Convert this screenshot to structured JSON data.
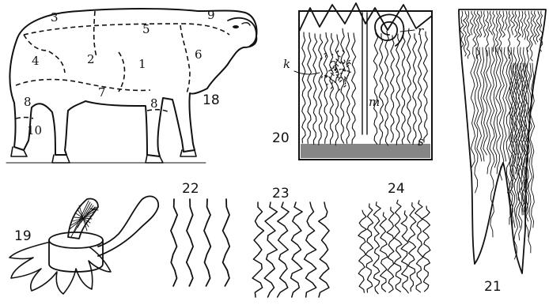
{
  "figures": {
    "sheep": {
      "fig_label": "18",
      "regions": [
        {
          "num": "1"
        },
        {
          "num": "2"
        },
        {
          "num": "3"
        },
        {
          "num": "4"
        },
        {
          "num": "5"
        },
        {
          "num": "6"
        },
        {
          "num": "7"
        },
        {
          "num": "8"
        },
        {
          "num": "8"
        },
        {
          "num": "9"
        },
        {
          "num": "10"
        }
      ]
    },
    "skin_cross_section": {
      "fig_label": "19"
    },
    "skin_section": {
      "fig_label": "20",
      "parts": [
        "r",
        "k",
        "m",
        "s"
      ]
    },
    "fleece_lock": {
      "fig_label": "21"
    },
    "fiber_types": [
      {
        "fig_label": "22"
      },
      {
        "fig_label": "23"
      },
      {
        "fig_label": "24"
      }
    ]
  }
}
